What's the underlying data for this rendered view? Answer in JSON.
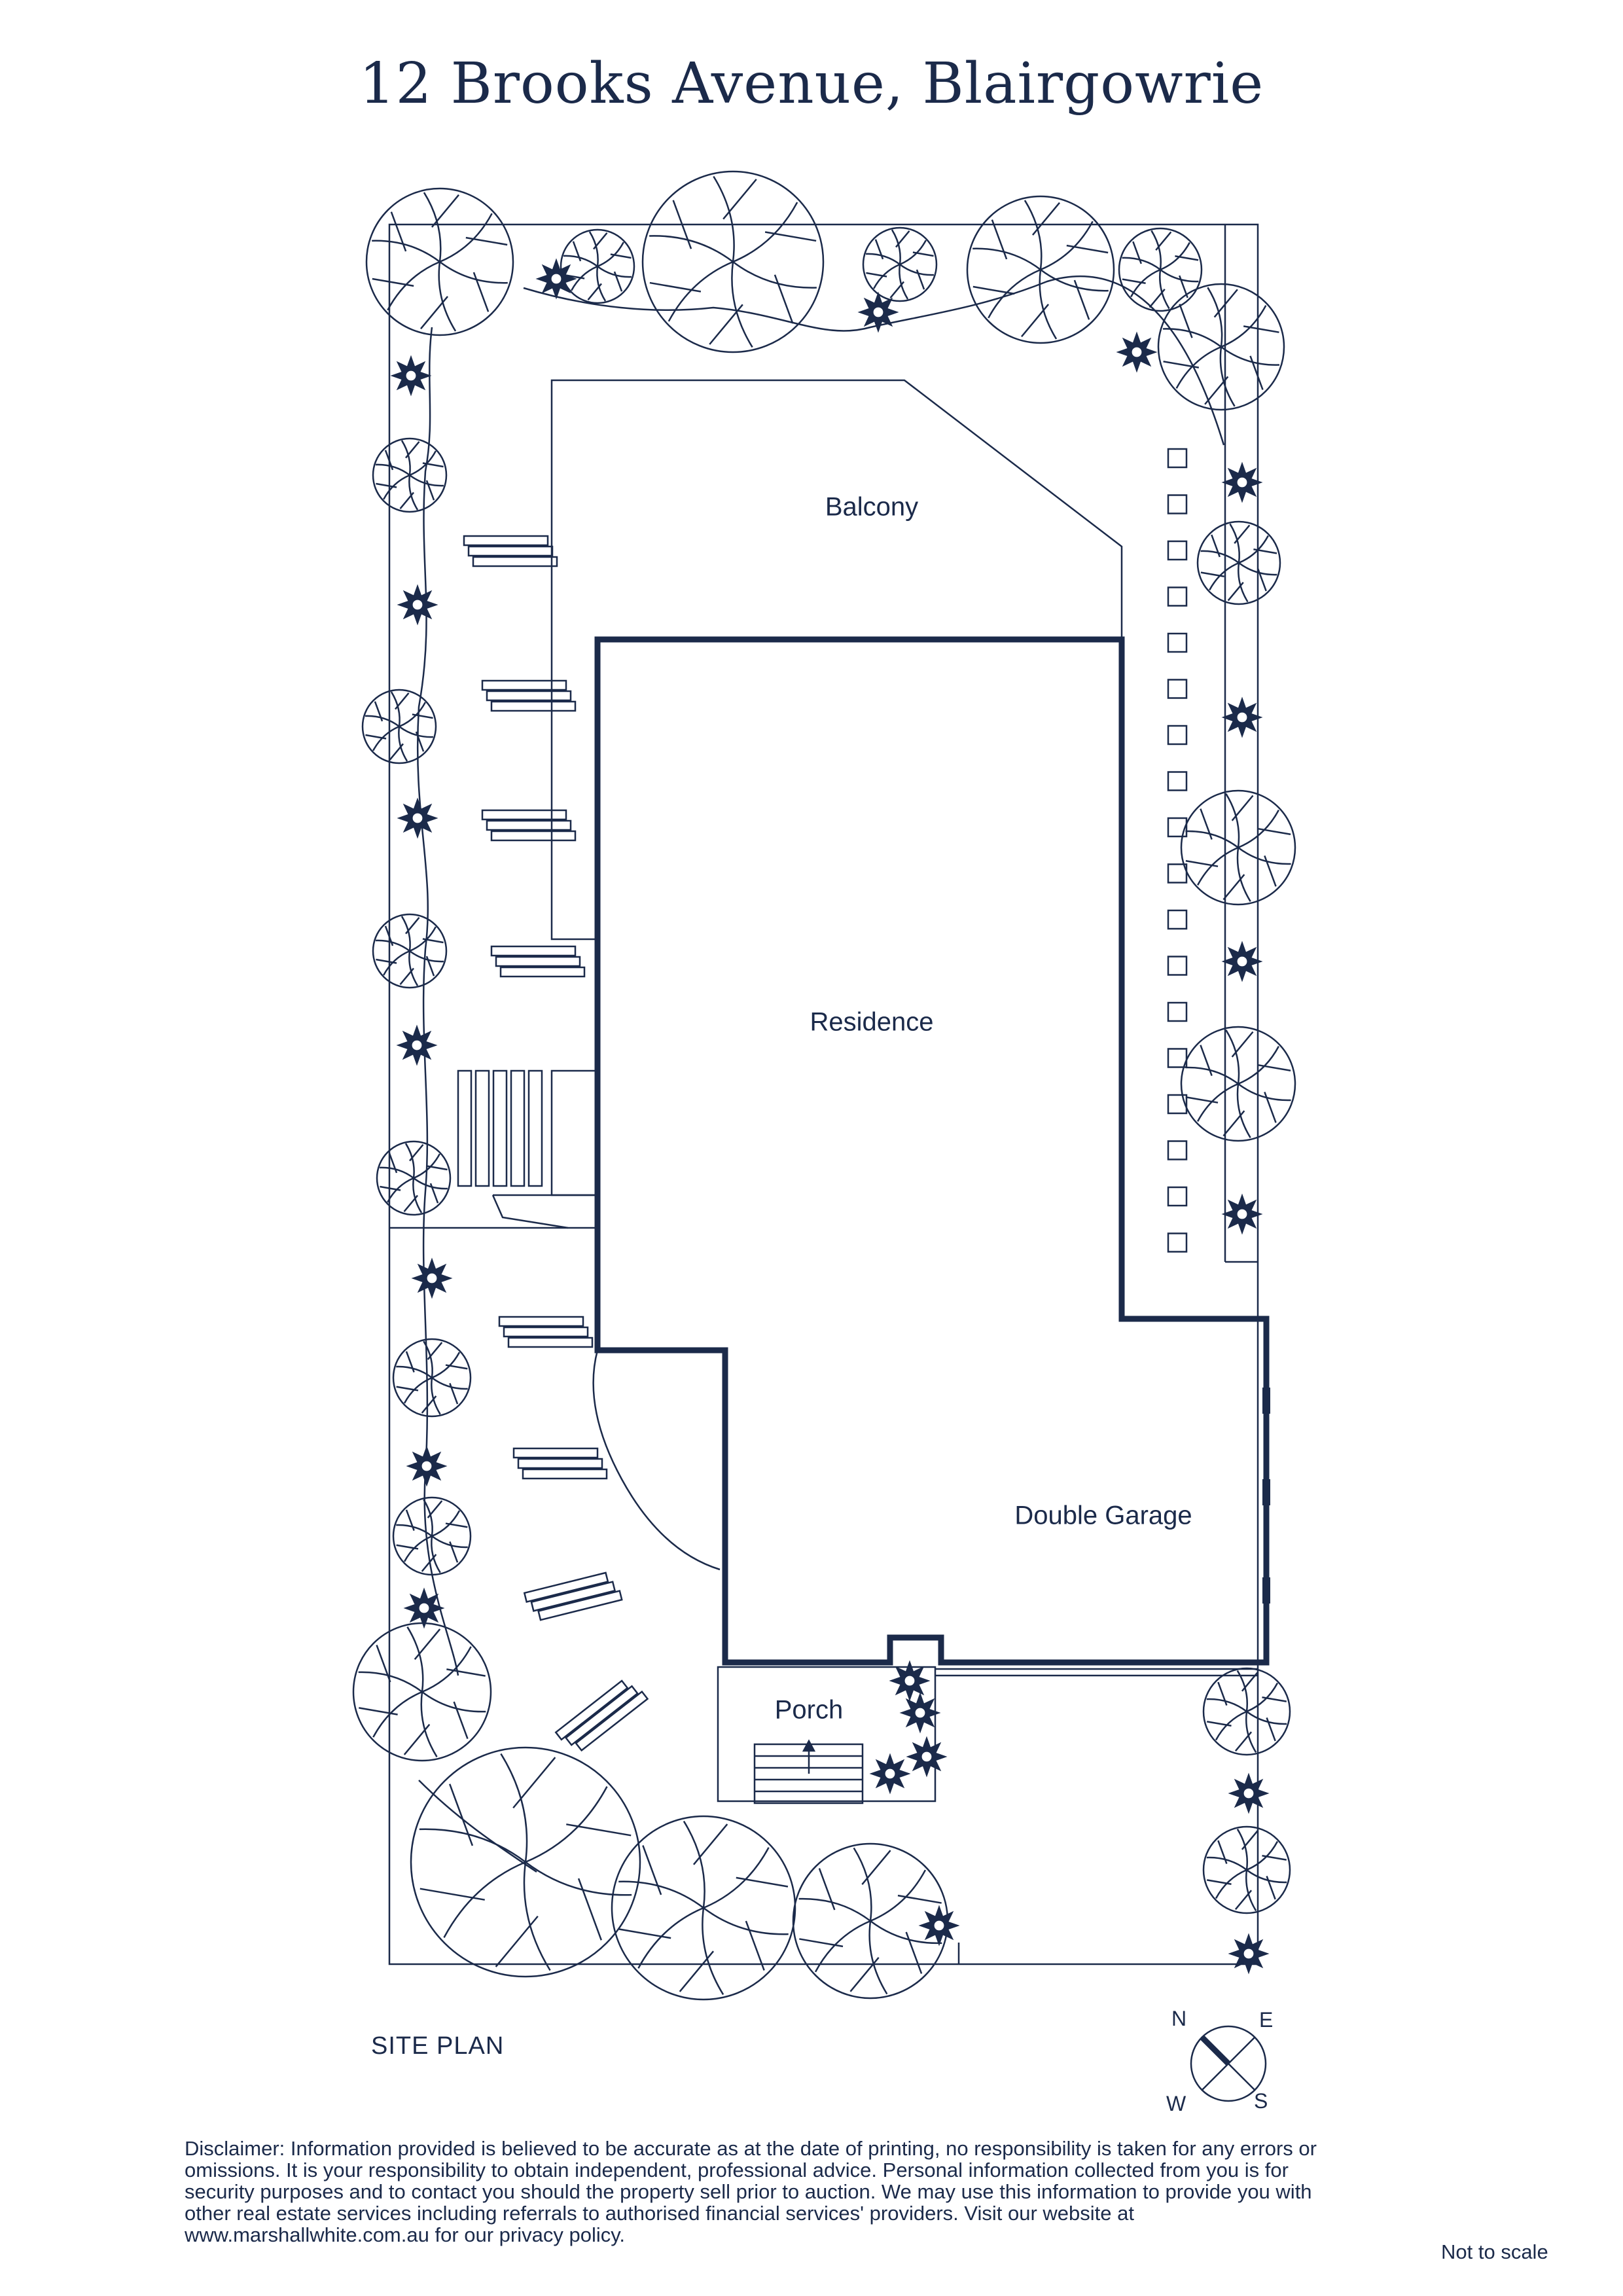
{
  "title": "12 Brooks Avenue, Blairgowrie",
  "rooms": {
    "balcony": "Balcony",
    "residence": "Residence",
    "double_garage": "Double Garage",
    "porch": "Porch"
  },
  "site_plan_label": "SITE PLAN",
  "compass": {
    "n": "N",
    "e": "E",
    "s": "S",
    "w": "W"
  },
  "disclaimer": "Disclaimer: Information provided is believed to be accurate as at the date of printing, no responsibility is taken for any errors or omissions. It is your responsibility to obtain independent, professional advice. Personal information collected from you is for security purposes and to contact you should the property sell prior to auction. We may use this information to provide you with other real estate services including referrals to authorised financial services' providers. Visit our website at www.marshallwhite.com.au for our privacy policy.",
  "scale_note": "Not to scale",
  "colors": {
    "ink": "#1b2a4a",
    "background": "#ffffff"
  }
}
